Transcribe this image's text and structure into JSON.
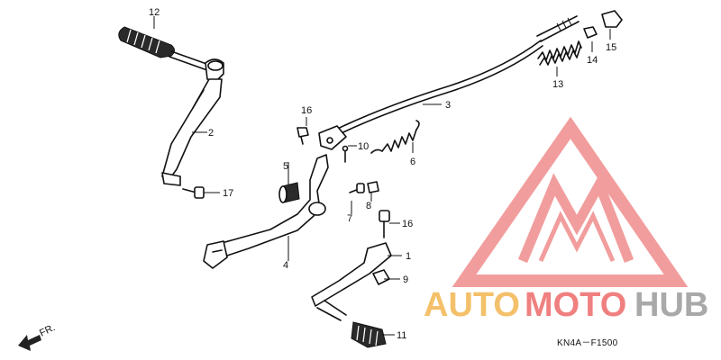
{
  "diagram": {
    "code_label": "KN4A－F1500",
    "front_label": "FR.",
    "callouts": {
      "p1": "1",
      "p2": "2",
      "p3": "3",
      "p4": "4",
      "p5": "5",
      "p6": "6",
      "p7": "7",
      "p8": "8",
      "p9": "9",
      "p10": "10",
      "p11": "11",
      "p12": "12",
      "p13": "13",
      "p14": "14",
      "p15": "15",
      "p16a": "16",
      "p16b": "16",
      "p17": "17"
    }
  },
  "watermark": {
    "text_part1": "AUTO",
    "text_part2": "MOTO",
    "text_part3": "HUB",
    "color_orange": "#f4c06a",
    "color_red": "#f08080",
    "color_gray": "#a9a9a9"
  }
}
